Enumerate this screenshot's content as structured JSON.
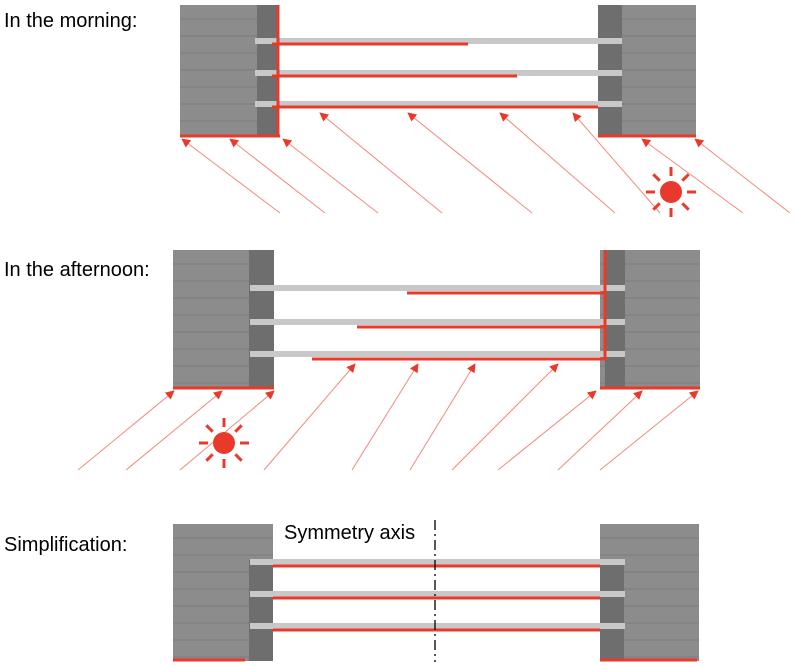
{
  "panels": {
    "morning": {
      "label": "In the morning:",
      "sun_side": "right"
    },
    "afternoon": {
      "label": "In the afternoon:",
      "sun_side": "left"
    },
    "simplification": {
      "label": "Simplification:",
      "axis_label": "Symmetry axis"
    }
  },
  "colors": {
    "wall": "#8c8c8c",
    "wall_dark": "#6e6e6e",
    "wall_line": "#7d7d7d",
    "glass": "#c8c8c8",
    "sun": "#e8392b",
    "ray": "#f08a80",
    "highlight": "#e8392b"
  }
}
